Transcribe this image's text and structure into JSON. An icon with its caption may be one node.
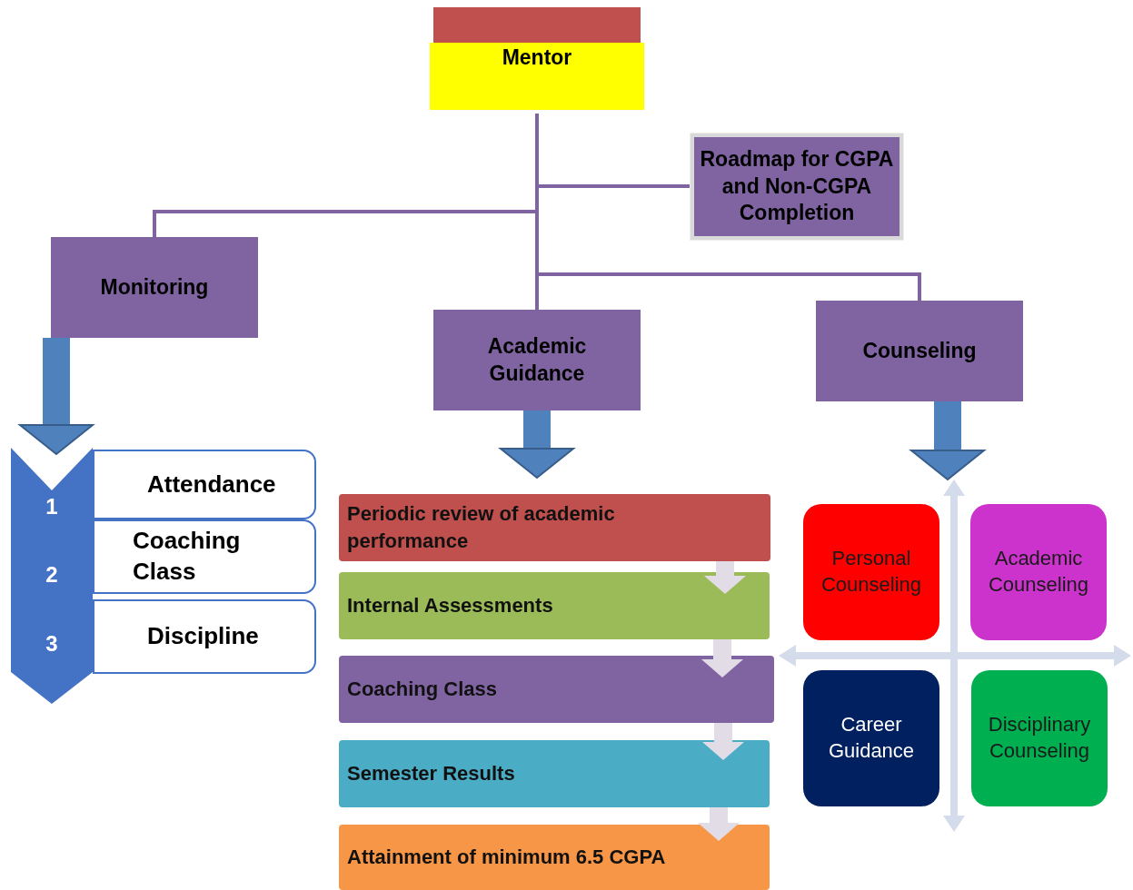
{
  "diagram": {
    "nodes": [
      {
        "text": [
          "Mentor"
        ]
      },
      {
        "text": [
          "Roadmap for CGPA and Non-CGPA Completion"
        ]
      },
      {
        "text": [
          "Monitoring"
        ]
      },
      {
        "text": [
          "Academic Guidance"
        ]
      },
      {
        "text": [
          "Counseling"
        ]
      },
      {
        "text": [
          "1",
          "2",
          "3"
        ]
      },
      {
        "text": [
          "Attendance"
        ]
      },
      {
        "text": [
          "Coaching Class"
        ]
      },
      {
        "text": [
          "Discipline"
        ]
      },
      {
        "text": [
          "Periodic review of academic performance"
        ]
      },
      {
        "text": [
          "Internal Assessments"
        ]
      },
      {
        "text": [
          "Coaching Class"
        ]
      },
      {
        "text": [
          "Semester Results"
        ]
      },
      {
        "text": [
          "Attainment of minimum 6.5 CGPA"
        ]
      },
      {
        "text": [
          "Personal Counseling"
        ]
      },
      {
        "text": [
          "Academic Counseling"
        ]
      },
      {
        "text": [
          "Career Guidance"
        ]
      },
      {
        "text": [
          "Disciplinary Counseling"
        ]
      },
      {
        "text": [],
        "shape": "cross"
      }
    ],
    "edges": [
      {
        "from": 0,
        "to": 1,
        "arrow": "none"
      },
      {
        "from": 0,
        "to": 2,
        "arrow": "none"
      },
      {
        "from": 0,
        "to": 3,
        "arrow": "none"
      },
      {
        "from": 0,
        "to": 4,
        "arrow": "none"
      },
      {
        "from": 2,
        "to": 5,
        "arrow": "to",
        "color": "#4f81bd"
      },
      {
        "from": 3,
        "to": 9,
        "arrow": "to",
        "color": "#4f81bd"
      },
      {
        "from": 4,
        "to": 18,
        "arrow": "to",
        "color": "#4f81bd"
      },
      {
        "from": 9,
        "to": 10,
        "arrow": "to",
        "color": "#e2dce6"
      },
      {
        "from": 10,
        "to": 11,
        "arrow": "to",
        "color": "#e2dce6"
      },
      {
        "from": 11,
        "to": 12,
        "arrow": "to",
        "color": "#e2dce6"
      },
      {
        "from": 12,
        "to": 13,
        "arrow": "to",
        "color": "#e2dce6"
      }
    ]
  }
}
